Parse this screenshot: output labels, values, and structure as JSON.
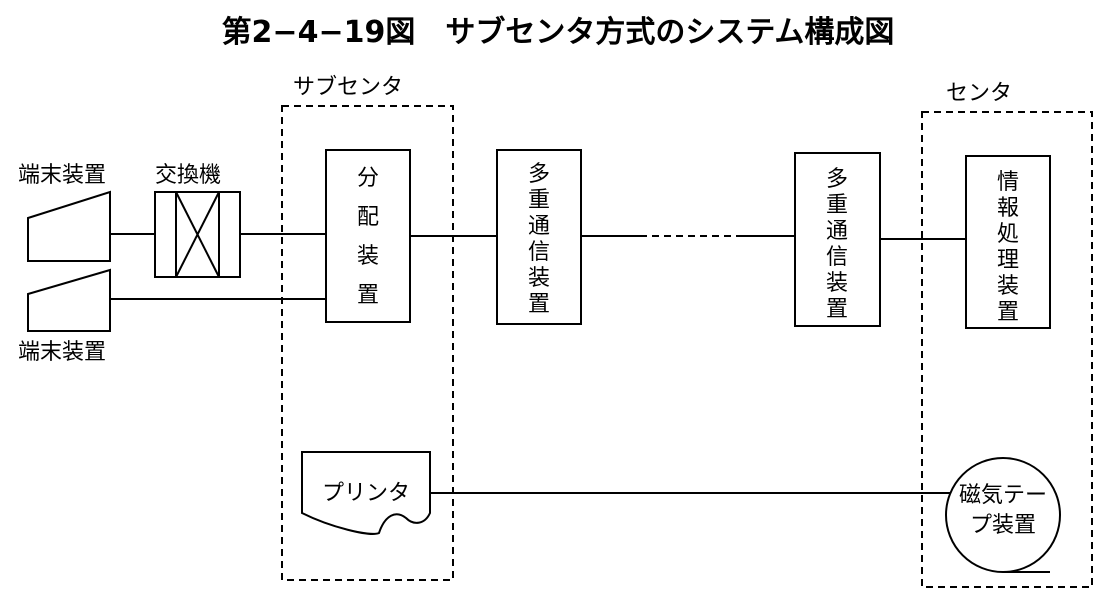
{
  "title": "第2−4−19図　サブセンタ方式のシステム構成図",
  "groups": {
    "subcenter": "サブセンタ",
    "center": "センタ"
  },
  "nodes": {
    "terminal_top": "端末装置",
    "terminal_bottom": "端末装置",
    "exchange": "交換機",
    "distributor": "分配装置",
    "mux_sub": "多重通信装置",
    "mux_center": "多重通信装置",
    "info_processor": "情報処理装置",
    "printer": "プリンタ",
    "tape_line1": "磁気テー",
    "tape_line2": "プ装置"
  }
}
